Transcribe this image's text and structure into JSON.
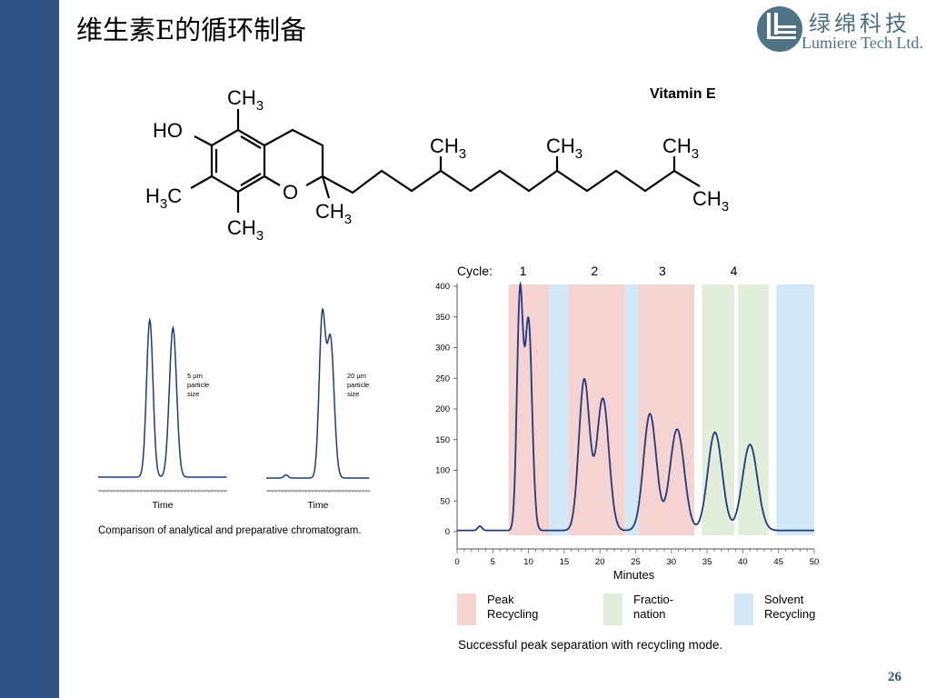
{
  "slide": {
    "title": "维生素E的循环制备",
    "page_number": "26",
    "logo": {
      "cn": "绿绵科技",
      "en": "Lumiere Tech Ltd."
    }
  },
  "molecule": {
    "name": "Vitamin E",
    "labels": {
      "ch3": "CH",
      "h3c_h": "H",
      "h3c_c": "C",
      "sub3": "3",
      "ho": "HO",
      "o": "O"
    }
  },
  "comparison": {
    "caption": "Comparison of analytical and preparative chromatogram.",
    "charts": [
      {
        "xlabel": "Time",
        "note": [
          "5 µm",
          "particle",
          "size"
        ]
      },
      {
        "xlabel": "Time",
        "note": [
          "20 µm",
          "particle",
          "size"
        ]
      }
    ]
  },
  "chart_data": [
    {
      "type": "line",
      "title": "",
      "cycle_label": "Cycle:",
      "cycles": [
        {
          "label": "1",
          "x": 9.5
        },
        {
          "label": "2",
          "x": 19.5
        },
        {
          "label": "3",
          "x": 29
        },
        {
          "label": "4",
          "x": 39
        }
      ],
      "xlabel": "Minutes",
      "ylabel": "",
      "xlim": [
        0,
        50
      ],
      "ylim": [
        0,
        400
      ],
      "xticks": [
        0,
        5,
        10,
        15,
        20,
        25,
        30,
        35,
        40,
        45,
        50
      ],
      "yticks": [
        0,
        50,
        100,
        150,
        200,
        250,
        300,
        350,
        400
      ],
      "baseline": 2,
      "peaks": [
        {
          "t": 3.2,
          "h": 7,
          "w": 0.3
        },
        {
          "t": 8.8,
          "h": 380,
          "w": 0.42
        },
        {
          "t": 10.0,
          "h": 340,
          "w": 0.5
        },
        {
          "t": 17.8,
          "h": 245,
          "w": 0.75
        },
        {
          "t": 20.4,
          "h": 215,
          "w": 0.85
        },
        {
          "t": 27.0,
          "h": 190,
          "w": 0.9
        },
        {
          "t": 30.8,
          "h": 165,
          "w": 1.0
        },
        {
          "t": 36.1,
          "h": 160,
          "w": 1.0
        },
        {
          "t": 41.0,
          "h": 140,
          "w": 1.05
        }
      ],
      "bands": [
        {
          "type": "peak",
          "from": 7.2,
          "to": 12.9
        },
        {
          "type": "solvent",
          "from": 12.9,
          "to": 15.6
        },
        {
          "type": "peak",
          "from": 15.6,
          "to": 23.5
        },
        {
          "type": "solvent",
          "from": 23.5,
          "to": 25.4
        },
        {
          "type": "peak",
          "from": 25.4,
          "to": 33.2
        },
        {
          "type": "fraction",
          "from": 34.3,
          "to": 38.8
        },
        {
          "type": "fraction",
          "from": 39.3,
          "to": 43.6
        },
        {
          "type": "solvent",
          "from": 44.7,
          "to": 50
        }
      ],
      "legend": [
        {
          "type": "peak",
          "label": [
            "Peak",
            "Recycling"
          ],
          "color": "#f5d3d0"
        },
        {
          "type": "fraction",
          "label": [
            "Fractio-",
            "nation"
          ],
          "color": "#e1eed9"
        },
        {
          "type": "solvent",
          "label": [
            "Solvent",
            "Recycling"
          ],
          "color": "#d3e8f7"
        }
      ],
      "line_color": "#1f3a7f",
      "caption": "Successful peak separation with recycling mode."
    },
    {
      "type": "line",
      "title": "5 µm particle size",
      "xlabel": "Time",
      "peaks": [
        {
          "t": 0.4,
          "h": 1.0,
          "w": 0.025
        },
        {
          "t": 0.58,
          "h": 0.95,
          "w": 0.028
        }
      ]
    },
    {
      "type": "line",
      "title": "20 µm particle size",
      "xlabel": "Time",
      "peaks": [
        {
          "t": 0.19,
          "h": 0.02,
          "w": 0.02
        },
        {
          "t": 0.54,
          "h": 1.0,
          "w": 0.03
        },
        {
          "t": 0.62,
          "h": 0.88,
          "w": 0.035
        }
      ]
    }
  ]
}
